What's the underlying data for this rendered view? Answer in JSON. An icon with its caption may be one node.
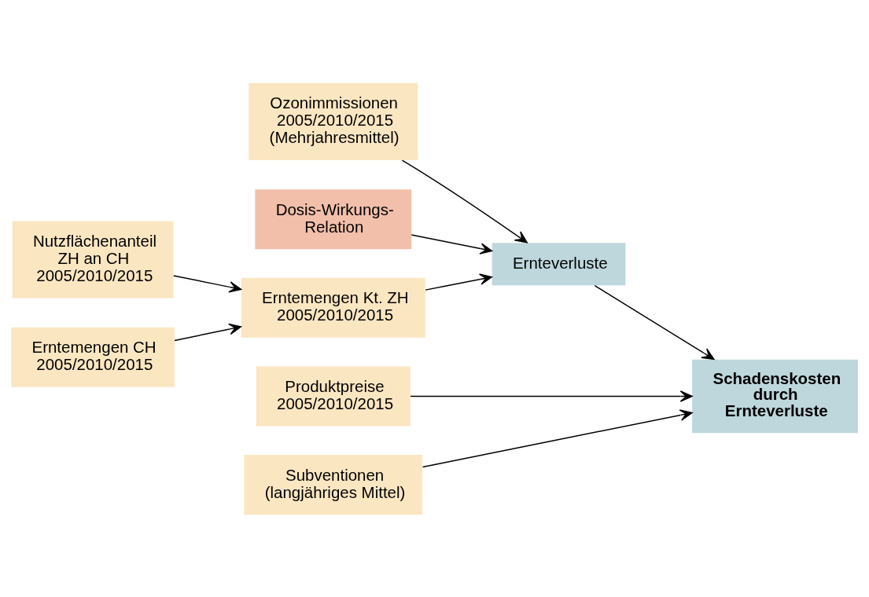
{
  "diagram": {
    "nodes": [
      {
        "text": [
          "Ozonimmissionen 2005/2010/2015 (Mehrjahresmittel)"
        ]
      },
      {
        "text": [
          "Nutzflächenanteil ZH an CH 2005/2010/2015"
        ]
      },
      {
        "text": [
          "Dosis-Wirkungs-Relation"
        ]
      },
      {
        "text": [
          "Erntemengen CH 2005/2010/2015"
        ]
      },
      {
        "text": [
          "Erntemengen Kt. ZH 2005/2010/2015"
        ]
      },
      {
        "text": [
          "Ernteverluste"
        ]
      },
      {
        "text": [
          "Produktpreise 2005/2010/2015"
        ]
      },
      {
        "text": [
          "Subventionen (langjähriges Mittel)"
        ]
      },
      {
        "text": [
          "Schadenskosten durch Ernteverluste"
        ]
      }
    ],
    "edges": [
      {
        "from": 3,
        "to": 4,
        "arrow": "to"
      },
      {
        "from": 1,
        "to": 4,
        "arrow": "to"
      },
      {
        "from": 2,
        "to": 5,
        "arrow": "to"
      },
      {
        "from": 4,
        "to": 5,
        "arrow": "to"
      },
      {
        "from": 0,
        "to": 5,
        "arrow": "to"
      },
      {
        "from": 5,
        "to": 8,
        "arrow": "to"
      },
      {
        "from": 6,
        "to": 8,
        "arrow": "to"
      },
      {
        "from": 7,
        "to": 8,
        "arrow": "to"
      }
    ]
  }
}
